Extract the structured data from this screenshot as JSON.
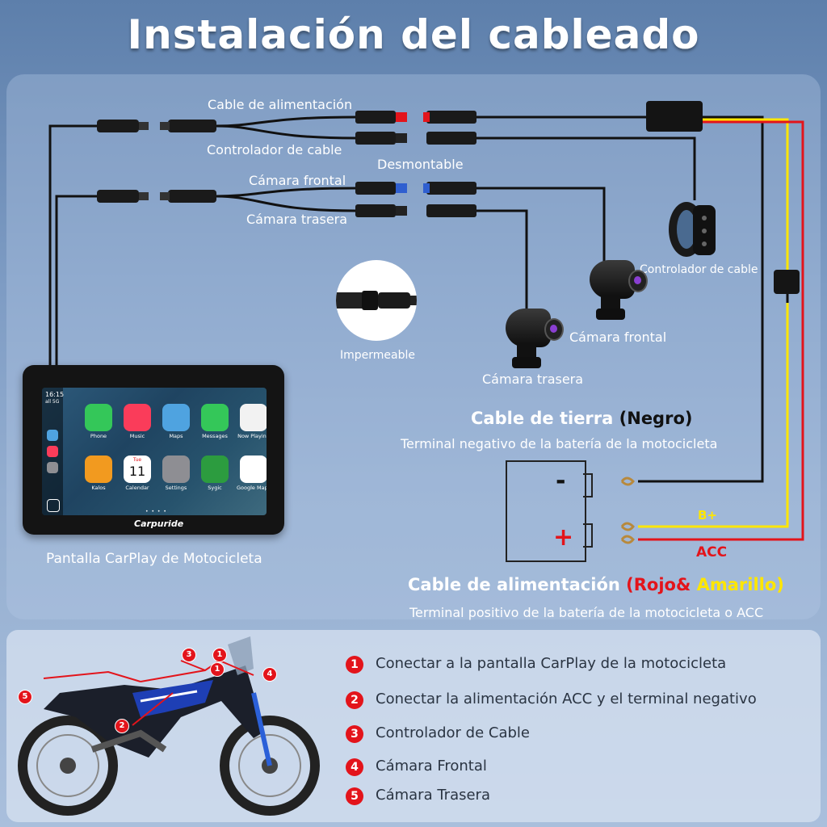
{
  "title": "Instalación del cableado",
  "labels": {
    "power_cable": "Cable de alimentación",
    "cable_controller": "Controlador de cable",
    "detachable": "Desmontable",
    "front_camera": "Cámara frontal",
    "rear_camera": "Cámara trasera",
    "waterproof": "Impermeable",
    "controller_right": "Controlador de cable",
    "front_camera_img": "Cámara frontal",
    "rear_camera_img": "Cámara trasera",
    "display": "Pantalla CarPlay de Motocicleta"
  },
  "ground": {
    "heading": "Cable de tierra",
    "color": "(Negro)",
    "description": "Terminal negativo de la batería de la motocicleta"
  },
  "power": {
    "heading": "Cable de alimentación",
    "color_red": "(Rojo&",
    "color_yellow": "Amarillo)",
    "description": "Terminal positivo de la batería de la motocicleta o ACC"
  },
  "battery": {
    "minus": "-",
    "plus": "+",
    "bplus": "B+",
    "acc": "ACC"
  },
  "tablet": {
    "time": "16:15",
    "signal": "all 5G",
    "brand": "Carpuride",
    "dots": "• • • •",
    "apps": [
      {
        "label": "Phone",
        "color": "#34c759"
      },
      {
        "label": "Music",
        "color": "#fa3c5a"
      },
      {
        "label": "Maps",
        "color": "#4fa3e0"
      },
      {
        "label": "Messages",
        "color": "#34c759"
      },
      {
        "label": "Now Playing",
        "color": "#f2f2f2"
      },
      {
        "label": "Kalos",
        "color": "#f29a1f"
      },
      {
        "label": "Calendar",
        "color": "#ffffff"
      },
      {
        "label": "Settings",
        "color": "#8e8e93"
      },
      {
        "label": "Sygic",
        "color": "#2c9c3f"
      },
      {
        "label": "Google Maps",
        "color": "#ffffff"
      }
    ],
    "calendar_day": "Tue",
    "calendar_date": "11"
  },
  "steps": [
    {
      "n": "1",
      "text": "Conectar a la pantalla CarPlay de la motocicleta"
    },
    {
      "n": "2",
      "text": "Conectar la alimentación ACC y el terminal negativo"
    },
    {
      "n": "3",
      "text": "Controlador de Cable"
    },
    {
      "n": "4",
      "text": "Cámara Frontal"
    },
    {
      "n": "5",
      "text": "Cámara Trasera"
    }
  ],
  "moto_markers": [
    "1",
    "2",
    "3",
    "4",
    "5"
  ],
  "colors": {
    "red": "#e3141b",
    "yellow": "#ffe600",
    "wire": "#111111"
  }
}
